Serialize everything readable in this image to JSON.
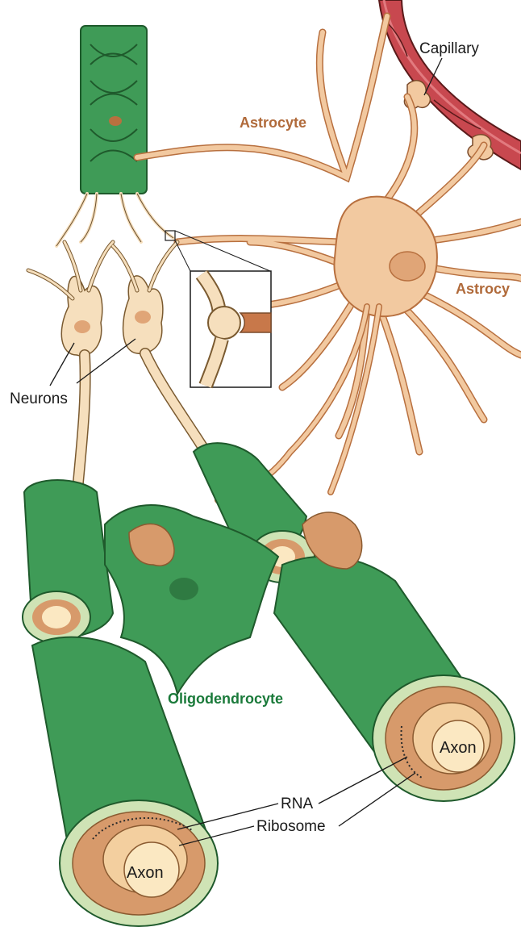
{
  "labels": {
    "capillary": "Capillary",
    "astrocyte_top": "Astrocyte",
    "astrocyte_right": "Astrocy",
    "neurons": "Neurons",
    "oligodendrocyte": "Oligodendrocyte",
    "rna": "RNA",
    "ribosome": "Ribosome",
    "axon_right": "Axon",
    "axon_left": "Axon"
  },
  "colors": {
    "myelin_green": "#3f9b57",
    "myelin_dark": "#1f6b35",
    "astrocyte": "#f2c9a0",
    "astrocyte_dark": "#b8703f",
    "neuron": "#f6dfbd",
    "capillary": "#c8484f",
    "axon_core": "#fbe8c2"
  }
}
